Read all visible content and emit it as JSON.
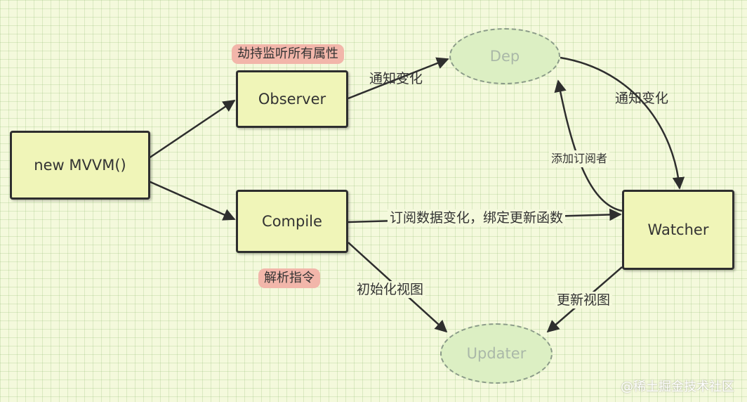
{
  "nodes": {
    "mvvm": "new MVVM()",
    "observer": "Observer",
    "compile": "Compile",
    "watcher": "Watcher",
    "dep": "Dep",
    "updater": "Updater"
  },
  "notes": {
    "observer": "劫持监听所有属性",
    "compile": "解析指令"
  },
  "edge_labels": {
    "observer_dep": "通知变化",
    "dep_watcher": "通知变化",
    "watcher_dep": "添加订阅者",
    "compile_watcher": "订阅数据变化，绑定更新函数",
    "compile_updater": "初始化视图",
    "watcher_updater": "更新视图"
  },
  "watermark": "@稀土掘金技术社区",
  "colors": {
    "box_fill": "#f0f5b8",
    "ellipse_fill": "#dcefc3",
    "note_fill": "#f2b6aa",
    "line": "#2e2e2e"
  }
}
